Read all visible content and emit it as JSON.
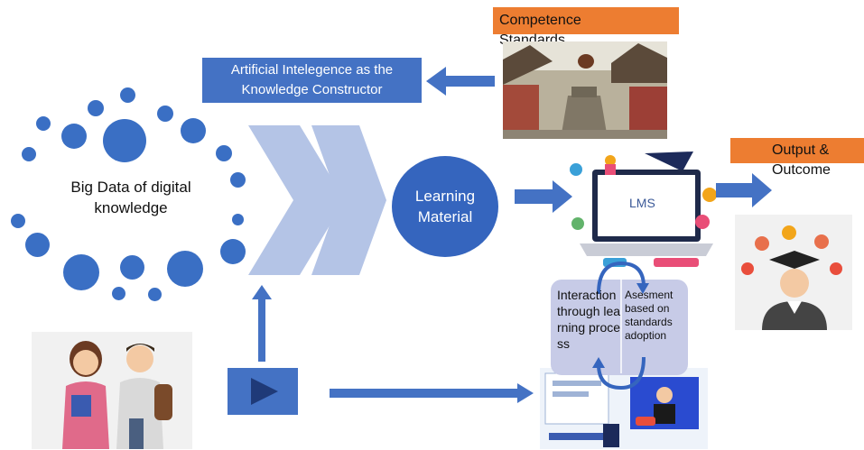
{
  "labels": {
    "big_data": "Big Data of digital knowledge",
    "ai_box": "Artificial Intelegence as the Knowledge Constructor",
    "competence_line1": "Competence",
    "competence_line2": "Standards",
    "learning_material": "Learning Material",
    "lms": "LMS",
    "output_line1": "Output &",
    "output_line2": "Outcome",
    "interaction": "Interaction through learning process",
    "assessment": "Asesment based on standards adoption"
  },
  "colors": {
    "blue": "#4472c4",
    "dark_blue": "#3565be",
    "orange": "#ed7d31",
    "chevron": "#b4c4e6",
    "cycle_bg": "#c7cbe7"
  }
}
